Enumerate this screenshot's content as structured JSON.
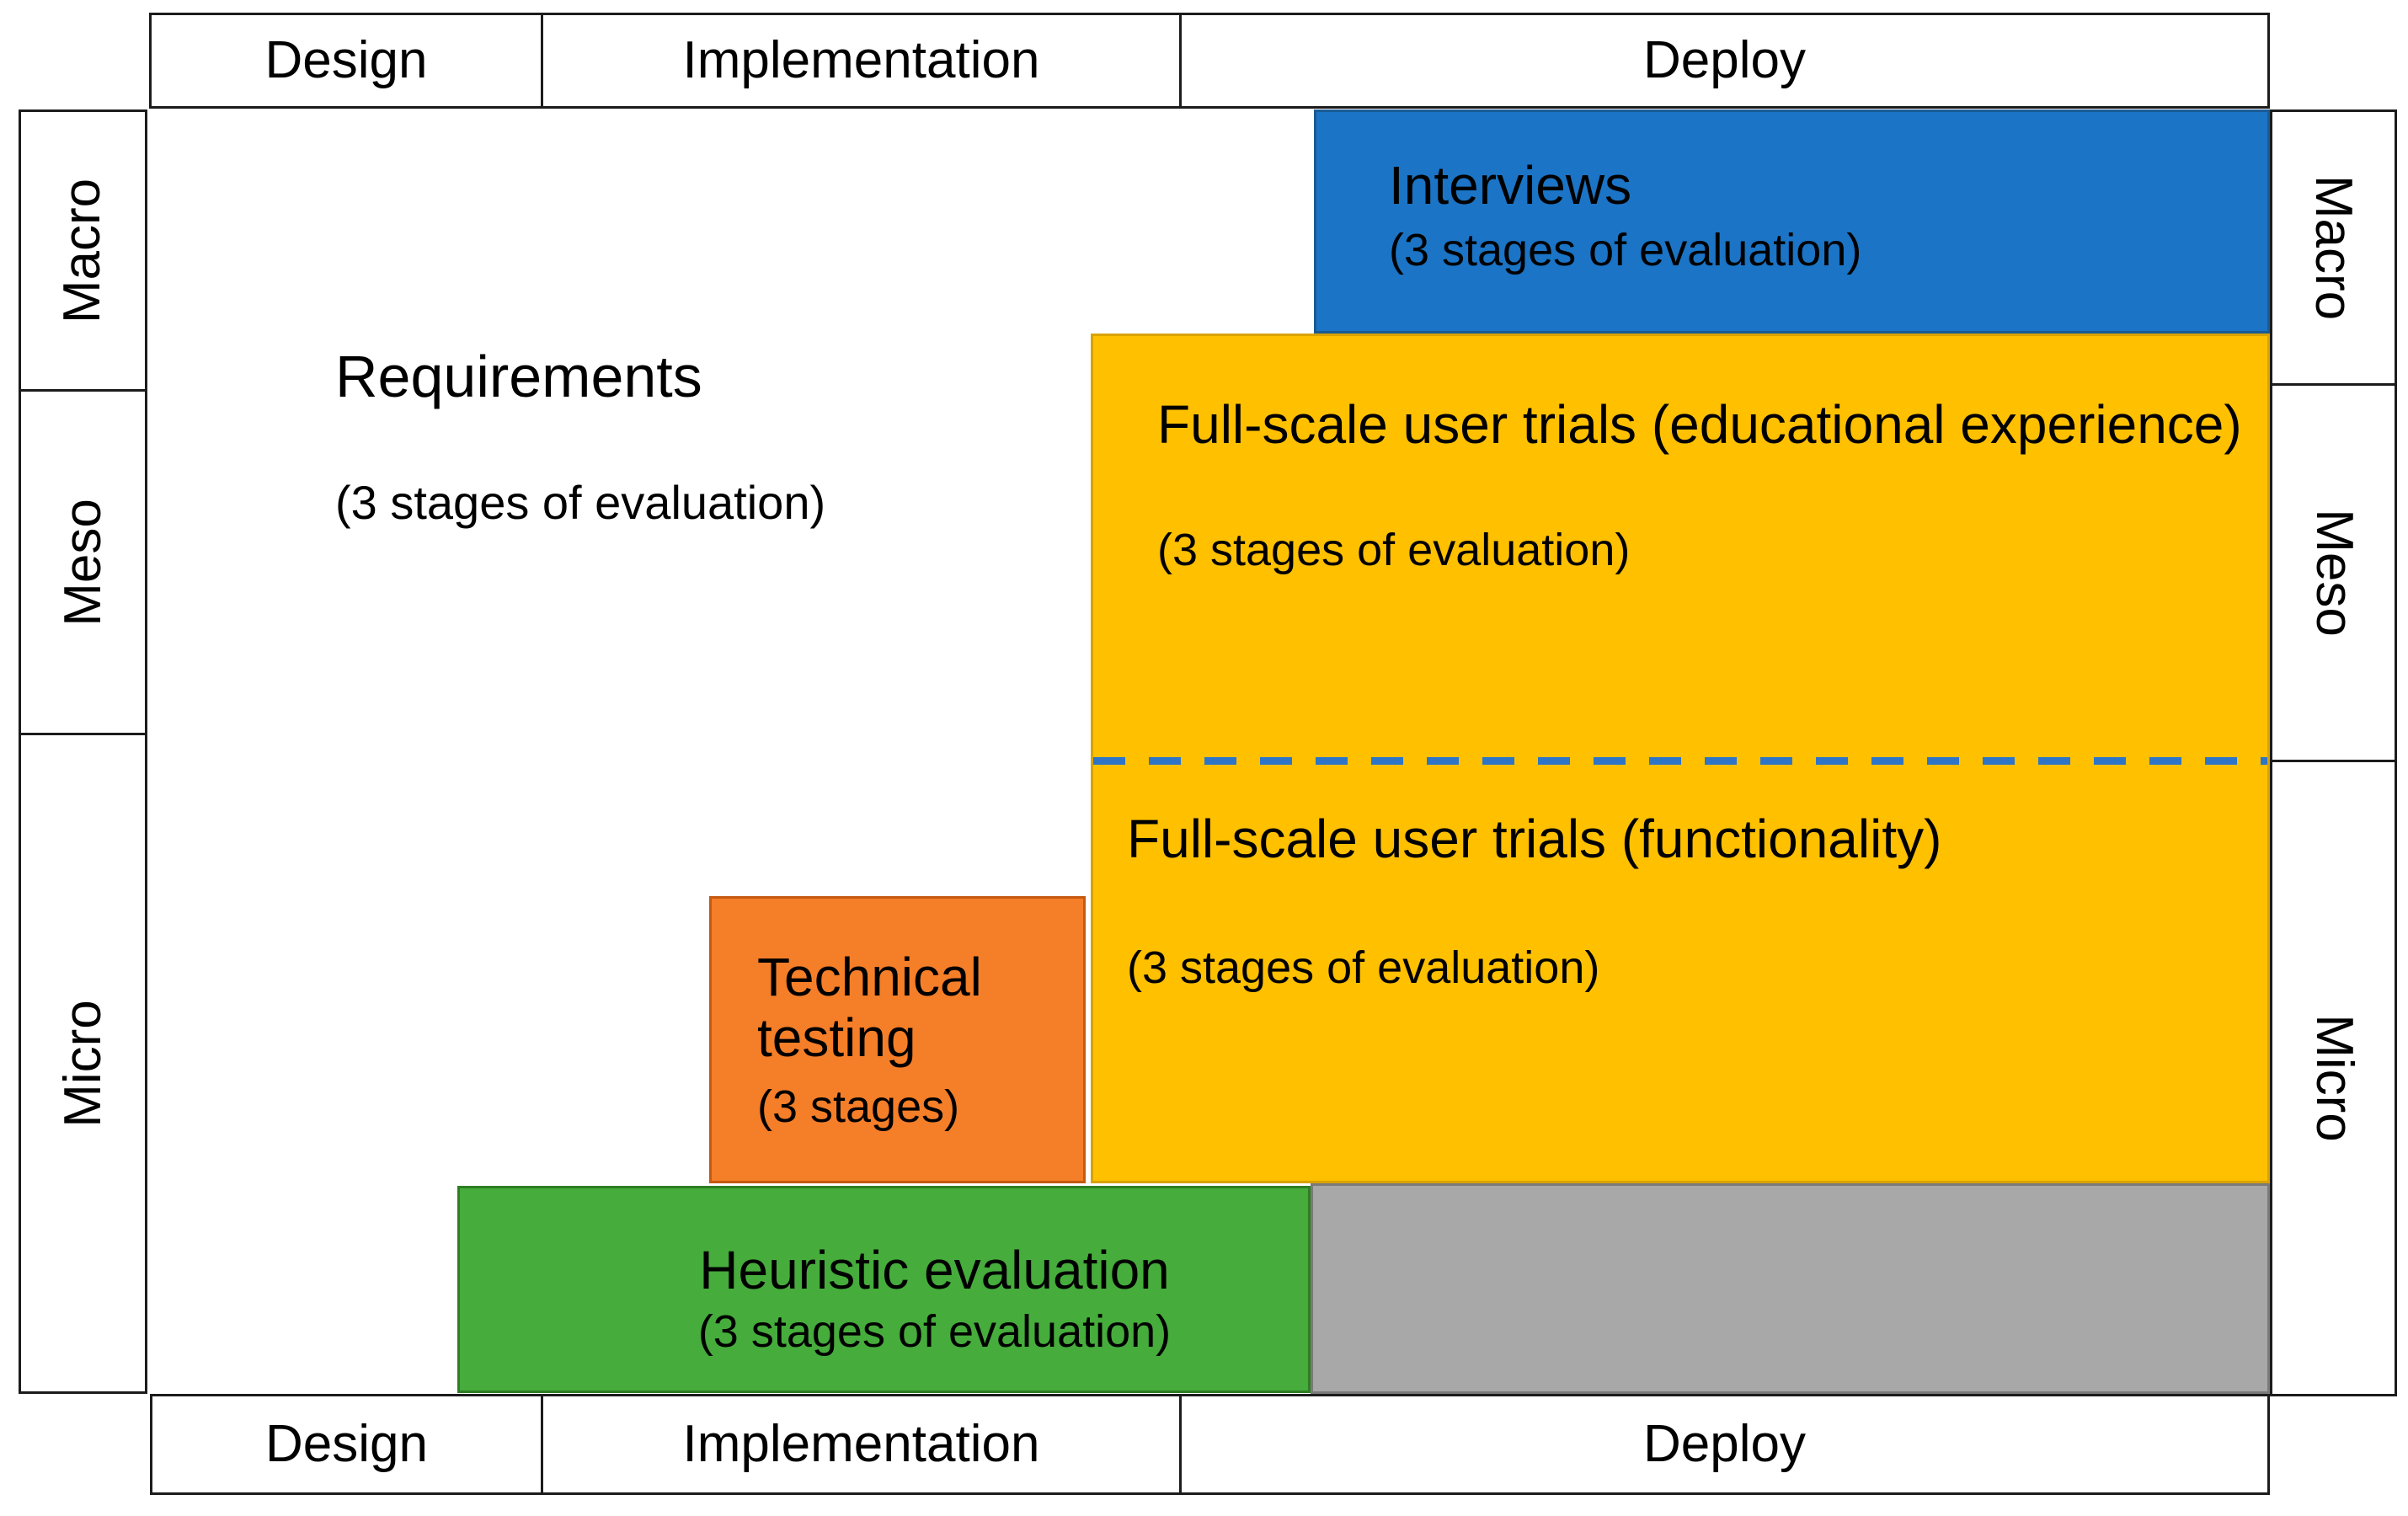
{
  "figure": {
    "axes": {
      "top": {
        "design": "Design",
        "implementation": "Implementation",
        "deploy": "Deploy"
      },
      "bottom": {
        "design": "Design",
        "implementation": "Implementation",
        "deploy": "Deploy"
      },
      "left": {
        "macro": "Macro",
        "meso": "Meso",
        "micro": "Micro"
      },
      "right": {
        "macro": "Macro",
        "meso": "Meso",
        "micro": "Micro"
      }
    },
    "blocks": {
      "requirements": {
        "title": "Requirements",
        "subtitle": "(3 stages of evaluation)",
        "color": "#FFFFFF"
      },
      "interviews": {
        "title": "Interviews",
        "subtitle": "(3 stages of evaluation)",
        "color": "#1B74C5"
      },
      "full_scale_educational": {
        "title": "Full-scale user trials (educational experience)",
        "subtitle": "(3 stages of evaluation)",
        "color": "#FFC000"
      },
      "full_scale_functionality": {
        "title": "Full-scale user trials (functionality)",
        "subtitle": "(3 stages of evaluation)",
        "color": "#FFC000"
      },
      "technical_testing": {
        "title": "Technical testing",
        "subtitle": "(3 stages)",
        "color": "#F57E28"
      },
      "heuristic_evaluation": {
        "title": "Heuristic evaluation",
        "subtitle": "(3 stages of evaluation)",
        "color": "#46AC3C"
      },
      "unlabeled_gray": {
        "color": "#A8A8A8"
      }
    },
    "dashed_divider_color": "#2E75C8"
  }
}
